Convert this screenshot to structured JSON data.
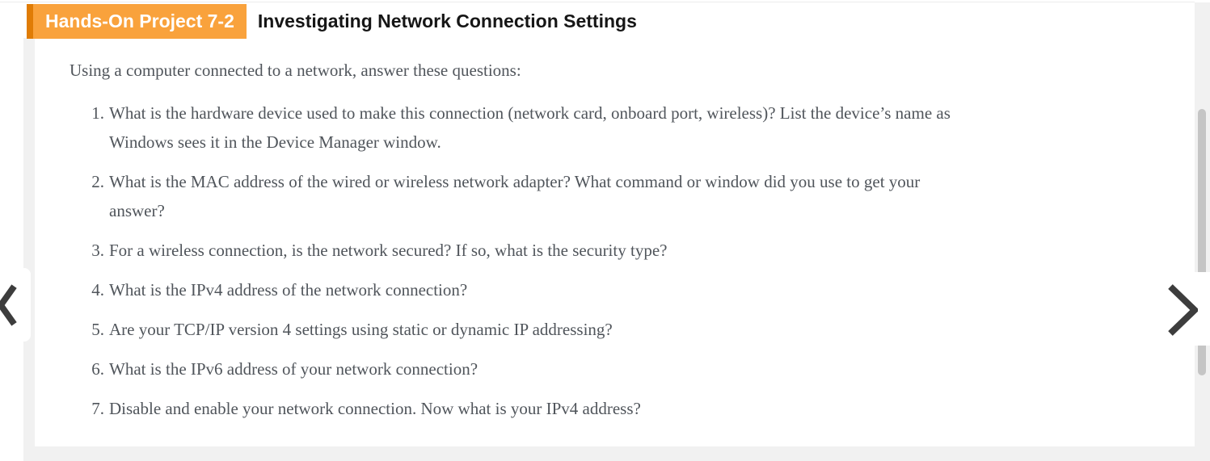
{
  "header": {
    "badge_label": "Hands-On Project 7-2",
    "title": "Investigating Network Connection Settings",
    "badge_color": "#f9a23c",
    "badge_accent_color": "#e07c05"
  },
  "intro": "Using a computer connected to a network, answer these questions:",
  "questions": [
    {
      "num": "1.",
      "text": "What is the hardware device used to make this connection (network card, onboard port, wireless)? List the device’s name as\nWindows sees it in the Device Manager window."
    },
    {
      "num": "2.",
      "text": "What is the MAC address of the wired or wireless network adapter? What command or window did you use to get your\nanswer?"
    },
    {
      "num": "3.",
      "text": "For a wireless connection, is the network secured? If so, what is the security type?"
    },
    {
      "num": "4.",
      "text": "What is the IPv4 address of the network connection?"
    },
    {
      "num": "5.",
      "text": "Are your TCP/IP version 4 settings using static or dynamic IP addressing?"
    },
    {
      "num": "6.",
      "text": "What is the IPv6 address of your network connection?"
    },
    {
      "num": "7.",
      "text": "Disable and enable your network connection. Now what is your IPv4 address?"
    }
  ],
  "nav": {
    "prev_icon": "chevron-left",
    "next_icon": "chevron-right",
    "chevron_color": "#3d3d3d"
  }
}
